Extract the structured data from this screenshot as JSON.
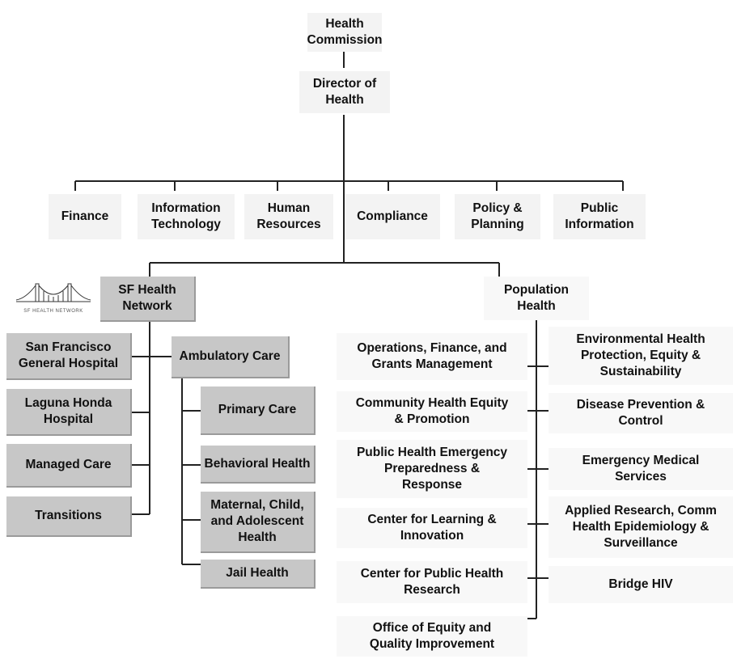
{
  "org_chart": {
    "root": {
      "label": "Health\nCommission"
    },
    "director": {
      "label": "Director of\nHealth"
    },
    "support_units": [
      {
        "label": "Finance"
      },
      {
        "label": "Information\nTechnology"
      },
      {
        "label": "Human\nResources"
      },
      {
        "label": "Compliance"
      },
      {
        "label": "Policy &\nPlanning"
      },
      {
        "label": "Public\nInformation"
      }
    ],
    "sf_health_network": {
      "label": "SF Health\nNetwork",
      "logo_text": "SF HEALTH NETWORK",
      "hospitals": [
        {
          "label": "San Francisco\nGeneral Hospital"
        },
        {
          "label": "Laguna Honda\nHospital"
        },
        {
          "label": "Managed Care"
        },
        {
          "label": "Transitions"
        }
      ],
      "ambulatory": {
        "label": "Ambulatory Care",
        "children": [
          {
            "label": "Primary Care"
          },
          {
            "label": "Behavioral Health"
          },
          {
            "label": "Maternal, Child,\nand Adolescent\nHealth"
          },
          {
            "label": "Jail Health"
          }
        ]
      }
    },
    "population_health": {
      "label": "Population\nHealth",
      "left_units": [
        {
          "label": "Operations, Finance, and\nGrants Management"
        },
        {
          "label": "Community Health Equity\n& Promotion"
        },
        {
          "label": "Public Health Emergency\nPreparedness &\nResponse"
        },
        {
          "label": "Center for Learning &\nInnovation"
        },
        {
          "label": "Center for Public Health\nResearch"
        },
        {
          "label": "Office of Equity and\nQuality Improvement"
        }
      ],
      "right_units": [
        {
          "label": "Environmental Health\nProtection, Equity &\nSustainability"
        },
        {
          "label": "Disease Prevention &\nControl"
        },
        {
          "label": "Emergency Medical\nServices"
        },
        {
          "label": "Applied Research, Comm\nHealth Epidemiology &\nSurveillance"
        },
        {
          "label": "Bridge HIV"
        }
      ]
    }
  }
}
